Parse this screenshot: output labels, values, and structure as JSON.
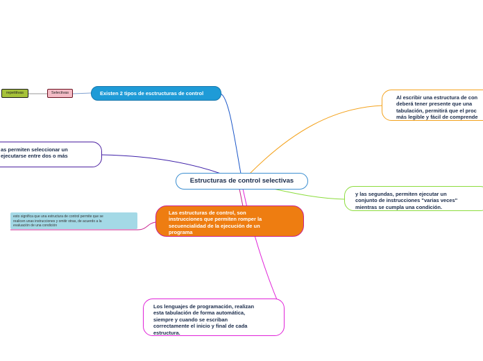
{
  "mindmap": {
    "central": "Estructuras de control selectivas",
    "branches": {
      "tipos": "Existen 2 tipos de esctructuras de control",
      "selectivas": "Selectivas",
      "repetitivas": "repetitivas",
      "primeras": "as permiten seleccionar un\nejecutarse entre dos o más",
      "tabulacion": "Al escribir una estructura de con\ndeberá tener presente que una\ntabulación, permitirá que el proc\nmás legible y fácil de comprende",
      "segundas": "y las segundas, permiten ejecutar un\nconjunto de instrucciones \"varias veces\"\nmientras se cumpla una condición.",
      "definicion": "Las estructuras de control, son\ninstrucciones que permiten romper la\nsecuencialidad de la ejecución de un\nprograma",
      "nota": "esto significa que una estructura de control permite que se\nrealicen unas instrucciones y omitir otras, de acuerdo a la\nevaluación de una condición",
      "lenguajes": "Los lenguajes de programación, realizan\nesta tabulación de forma automática,\nsiempre y cuando se escriban\ncorrectamente el inicio y final de cada\nestructura."
    }
  }
}
